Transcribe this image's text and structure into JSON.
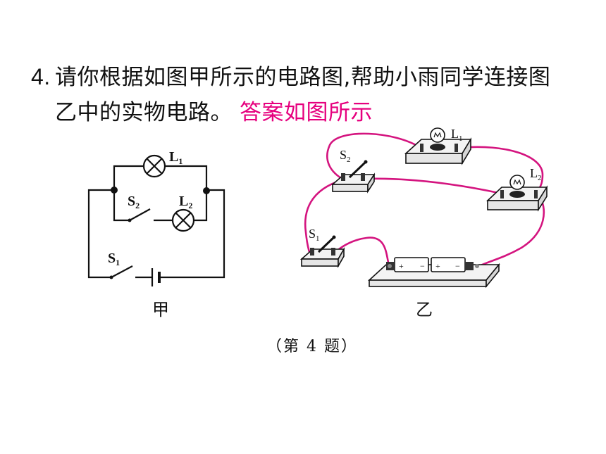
{
  "question": {
    "number": "4.",
    "line1": "请你根据如图甲所示的电路图,帮助小雨同学连接图",
    "line2": "乙中的实物电路。",
    "answer": "答案如图所示"
  },
  "circuit_diagram": {
    "label": "甲",
    "lamp1": "L",
    "lamp1_sub": "1",
    "lamp2": "L",
    "lamp2_sub": "2",
    "switch1": "S",
    "switch1_sub": "1",
    "switch2": "S",
    "switch2_sub": "2"
  },
  "physical_circuit": {
    "label": "乙",
    "lamp1": "L",
    "lamp1_sub": "1",
    "lamp2": "L",
    "lamp2_sub": "2",
    "switch1": "S",
    "switch1_sub": "1",
    "switch2": "S",
    "switch2_sub": "2",
    "battery_marks": [
      "+",
      "−",
      "+",
      "−"
    ]
  },
  "caption": "（第 4 题）",
  "colors": {
    "text": "#111111",
    "answer": "#e6007e",
    "wire": "#d4147f"
  }
}
